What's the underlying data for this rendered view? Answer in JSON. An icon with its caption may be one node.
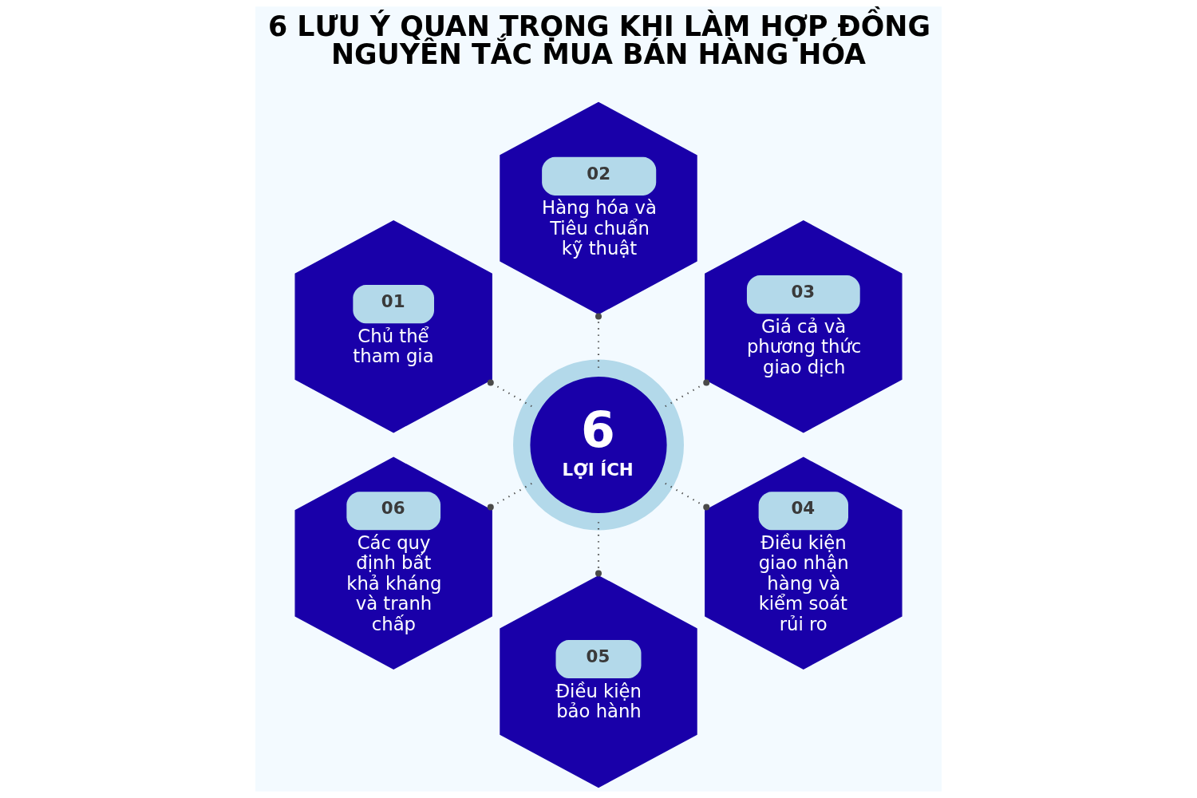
{
  "diagram": {
    "title": "6 LƯU Ý QUAN TRỌNG KHI LÀM HỢP ĐỒNG NGUYÊN TẮC MUA BÁN HÀNG HÓA",
    "nodes": [
      {
        "text": [
          "6",
          "LỢI ÍCH"
        ]
      },
      {
        "text": [
          "01",
          "Chủ thể tham gia"
        ]
      },
      {
        "text": [
          "02",
          "Hàng hóa và Tiêu chuẩn kỹ thuật"
        ]
      },
      {
        "text": [
          "03",
          "Giá cả và phương thức giao dịch"
        ]
      },
      {
        "text": [
          "04",
          "Điều kiện giao nhận hàng và kiểm soát rủi ro"
        ]
      },
      {
        "text": [
          "05",
          "Điều kiện bảo hành"
        ]
      },
      {
        "text": [
          "06",
          "Các quy định bất khả kháng và tranh chấp"
        ]
      }
    ],
    "edges": [
      {
        "from": 0,
        "to": 1,
        "arrow": "other",
        "style": "dashed"
      },
      {
        "from": 0,
        "to": 2,
        "arrow": "other",
        "style": "dashed"
      },
      {
        "from": 0,
        "to": 3,
        "arrow": "other",
        "style": "dashed"
      },
      {
        "from": 0,
        "to": 4,
        "arrow": "other",
        "style": "dashed"
      },
      {
        "from": 0,
        "to": 5,
        "arrow": "other",
        "style": "dashed"
      },
      {
        "from": 0,
        "to": 6,
        "arrow": "other",
        "style": "dashed"
      }
    ]
  }
}
